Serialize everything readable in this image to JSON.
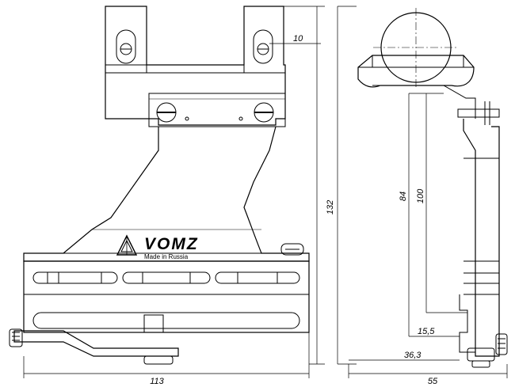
{
  "drawing": {
    "brand": "VOMZ",
    "brand_subtitle": "Made in Russia",
    "dimensions": {
      "front_width": "113",
      "front_height": "132",
      "top_offset": "10",
      "side_width": "55",
      "side_offset_a": "36,3",
      "side_offset_b": "15,5",
      "side_height_a": "84",
      "side_height_b": "100"
    }
  }
}
